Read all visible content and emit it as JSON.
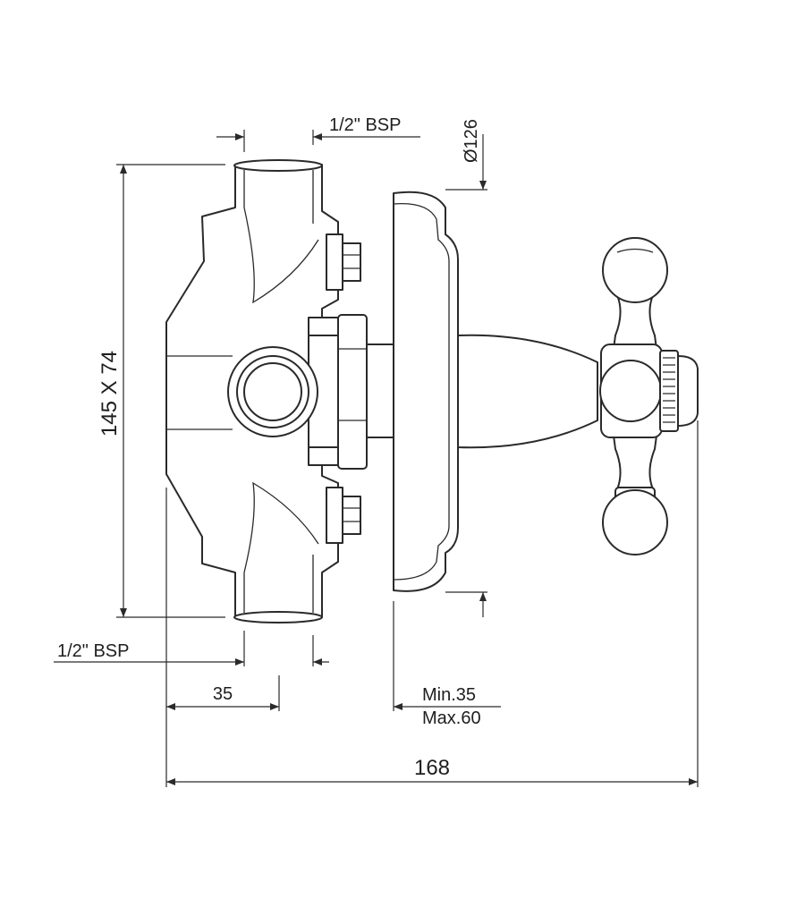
{
  "dimensions": {
    "bsp_top": "1/2\" BSP",
    "bsp_bottom": "1/2\" BSP",
    "diameter": "Ø126",
    "body_size": "145 X 74",
    "depth": "35",
    "min_depth": "Min.35",
    "max_depth": "Max.60",
    "total_length": "168"
  },
  "colors": {
    "line": "#2a2a2a",
    "background": "#ffffff"
  }
}
